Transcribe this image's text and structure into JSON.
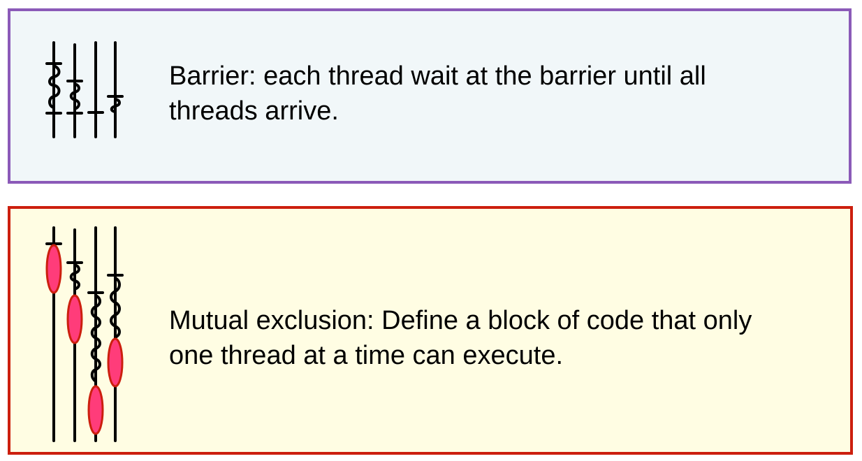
{
  "barrier_panel": {
    "text_line_1": "Barrier: each thread wait at the barrier until all",
    "text_line_2": "threads arrive.",
    "border_color": "#8b5ab8",
    "background_color": "#f1f7f9"
  },
  "mutex_panel": {
    "text_line_1": "Mutual exclusion: Define a block of code that only",
    "text_line_2": "one thread at a time can execute.",
    "border_color": "#cc1f0e",
    "background_color": "#fffde3",
    "critical_section_color": "#ff3c7a"
  }
}
